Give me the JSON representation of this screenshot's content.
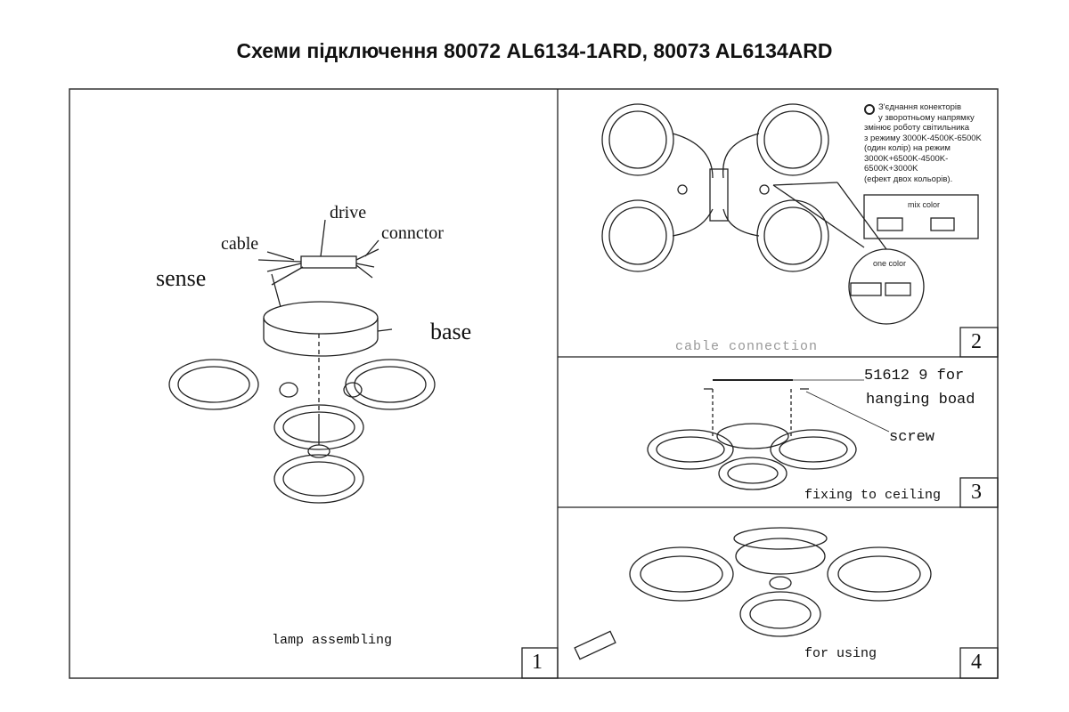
{
  "title": "Схеми підключення 80072 AL6134-1ARD, 80073 AL6134ARD",
  "panel1": {
    "number": "1",
    "labels": {
      "drive": "drive",
      "cable": "cable",
      "connector": "connctor",
      "sense": "sense",
      "base": "base"
    },
    "caption": "lamp  assembling"
  },
  "panel2": {
    "number": "2",
    "note_lines": [
      "З'єднання конекторів",
      "у зворотньому напрямку",
      "змінює роботу світильника",
      "з режиму 3000K-4500K-6500K",
      "(один колір) на режим",
      "3000K+6500K-4500K-",
      "6500K+3000K",
      "(ефект двох кольорів)."
    ],
    "mix_color": "mix color",
    "one_color": "one color",
    "caption": "cable connection"
  },
  "panel3": {
    "number": "3",
    "part_line1": "51612 9 for",
    "part_line2": "hanging boad",
    "screw": "screw",
    "caption": "fixing to ceiling"
  },
  "panel4": {
    "number": "4",
    "caption": "for using"
  }
}
